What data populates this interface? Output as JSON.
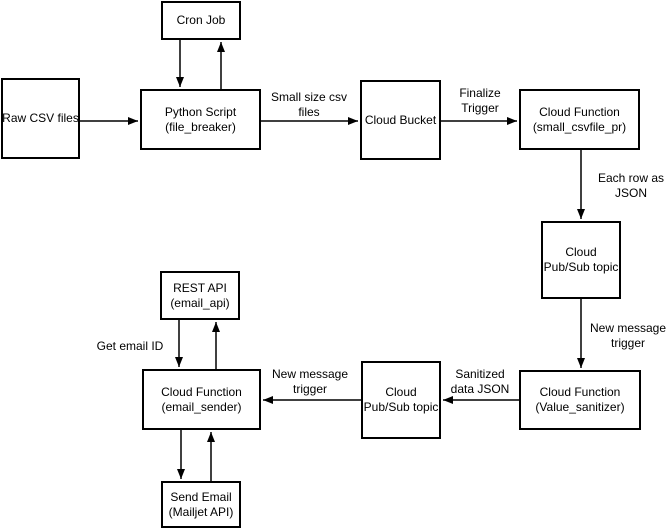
{
  "diagram": {
    "background_color": "#ffffff",
    "stroke_color": "#000000",
    "text_color": "#000000",
    "nodes": {
      "cron_job": {
        "lines": [
          "Cron Job"
        ]
      },
      "raw_csv_files": {
        "lines": [
          "Raw CSV files"
        ]
      },
      "python_script": {
        "lines": [
          "Python Script",
          "(file_breaker)"
        ]
      },
      "cloud_bucket": {
        "lines": [
          "Cloud Bucket"
        ]
      },
      "cf_small_csvfile": {
        "lines": [
          "Cloud Function",
          "(small_csvfile_pr)"
        ]
      },
      "pubsub_topic_1": {
        "lines": [
          "Cloud",
          "Pub/Sub topic"
        ]
      },
      "cf_value_sanitizer": {
        "lines": [
          "Cloud Function",
          "(Value_sanitizer)"
        ]
      },
      "pubsub_topic_2": {
        "lines": [
          "Cloud",
          "Pub/Sub topic"
        ]
      },
      "cf_email_sender": {
        "lines": [
          "Cloud Function",
          "(email_sender)"
        ]
      },
      "rest_api": {
        "lines": [
          "REST API",
          "(email_api)"
        ]
      },
      "send_email": {
        "lines": [
          "Send Email",
          "(Mailjet API)"
        ]
      }
    },
    "edge_labels": {
      "small_size_csv": {
        "lines": [
          "Small size csv",
          "files"
        ]
      },
      "finalize_trigger": {
        "lines": [
          "Finalize",
          "Trigger"
        ]
      },
      "each_row_as_json": {
        "lines": [
          "Each row as",
          "JSON"
        ]
      },
      "new_message_trigger_1": {
        "lines": [
          "New message",
          "trigger"
        ]
      },
      "sanitized_data_json": {
        "lines": [
          "Sanitized",
          "data JSON"
        ]
      },
      "new_message_trigger_2": {
        "lines": [
          "New message",
          "trigger"
        ]
      },
      "get_email_id": {
        "lines": [
          "Get email ID"
        ]
      }
    }
  }
}
